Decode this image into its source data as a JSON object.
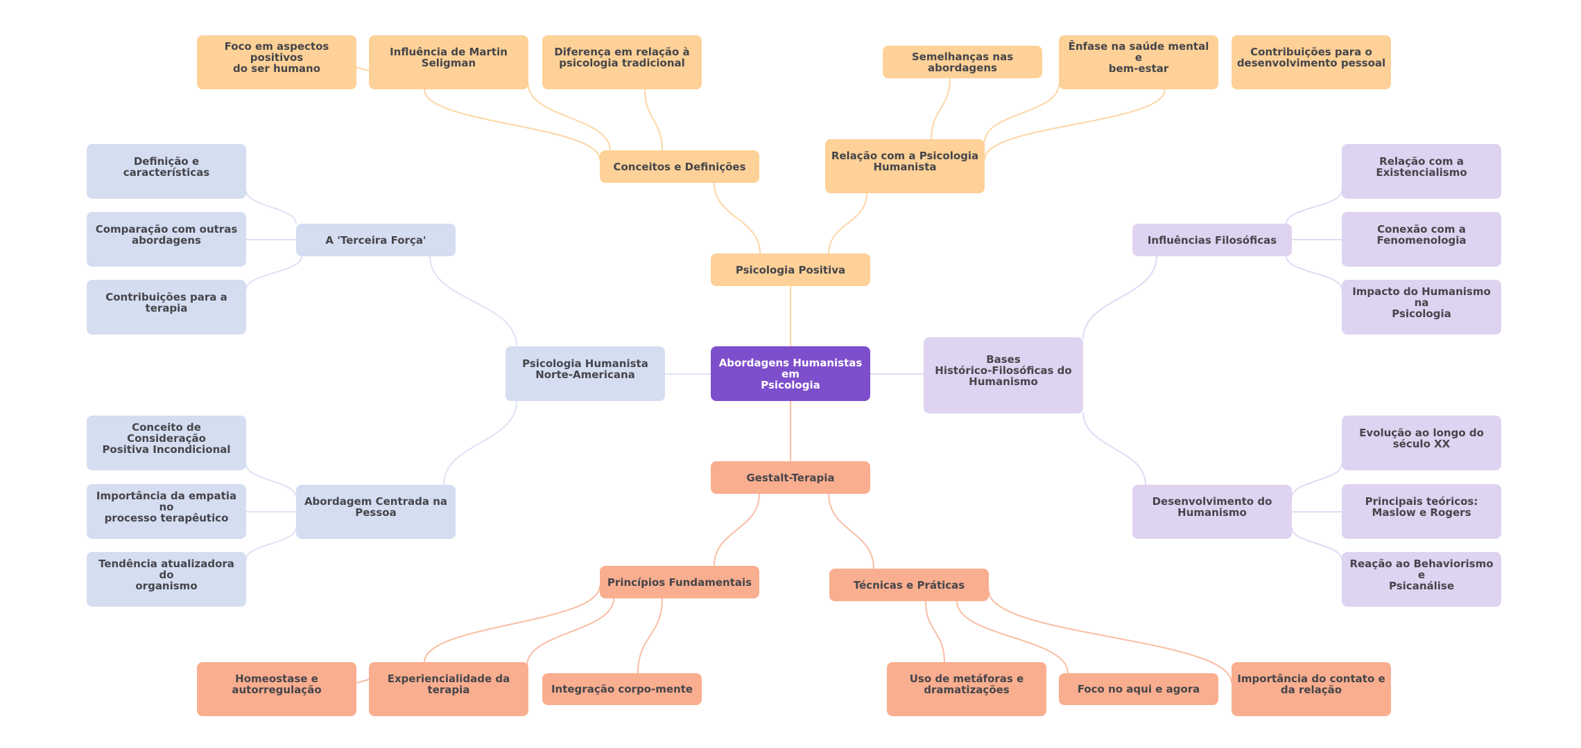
{
  "colors": {
    "root": "#7e4fcc",
    "positiva": "#fdd197",
    "humanista_na": "#d5ddf1",
    "bases": "#ded3f1",
    "gestalt": "#f9ae8f",
    "edge_positiva": "#fdd6a6",
    "edge_humanista_na": "#dde3f4",
    "edge_bases": "#e2d9f4",
    "edge_gestalt": "#f9bda3",
    "text": "#45454a",
    "root_text": "#ffffff"
  },
  "root": {
    "label": "Abordagens Humanistas em\nPsicologia"
  },
  "branches": [
    {
      "id": "positiva",
      "label": "Psicologia Positiva",
      "children": [
        {
          "label": "Conceitos e Definições",
          "children": [
            "Foco em aspectos positivos\ndo ser humano",
            "Influência de Martin\nSeligman",
            "Diferença em relação à\npsicologia tradicional"
          ]
        },
        {
          "label": "Relação com a Psicologia\nHumanista",
          "children": [
            "Semelhanças nas abordagens",
            "Ênfase na saúde mental e\nbem-estar",
            "Contribuições para o\ndesenvolvimento pessoal"
          ]
        }
      ]
    },
    {
      "id": "humanista_na",
      "label": "Psicologia Humanista\nNorte-Americana",
      "children": [
        {
          "label": "A 'Terceira Força'",
          "children": [
            "Definição e\ncaracterísticas",
            "Comparação com outras\nabordagens",
            "Contribuições para a\nterapia"
          ]
        },
        {
          "label": "Abordagem Centrada na\nPessoa",
          "children": [
            "Conceito de Consideração\nPositiva Incondicional",
            "Importância da empatia no\nprocesso terapêutico",
            "Tendência atualizadora do\norganismo"
          ]
        }
      ]
    },
    {
      "id": "bases",
      "label": "Bases\nHistórico-Filosóficas do\nHumanismo",
      "children": [
        {
          "label": "Influências Filosóficas",
          "children": [
            "Relação com a\nExistencialismo",
            "Conexão com a\nFenomenologia",
            "Impacto do Humanismo na\nPsicologia"
          ]
        },
        {
          "label": "Desenvolvimento do\nHumanismo",
          "children": [
            "Evolução ao longo do\nséculo XX",
            "Principais teóricos:\nMaslow e Rogers",
            "Reação ao Behaviorismo e\nPsicanálise"
          ]
        }
      ]
    },
    {
      "id": "gestalt",
      "label": "Gestalt-Terapia",
      "children": [
        {
          "label": "Princípios Fundamentais",
          "children": [
            "Homeostase e\nautorregulação",
            "Experiencialidade da\nterapia",
            "Integração corpo-mente"
          ]
        },
        {
          "label": "Técnicas e Práticas",
          "children": [
            "Uso de metáforas e\ndramatizações",
            "Foco no aqui e agora",
            "Importância do contato e\nda relação"
          ]
        }
      ]
    }
  ]
}
